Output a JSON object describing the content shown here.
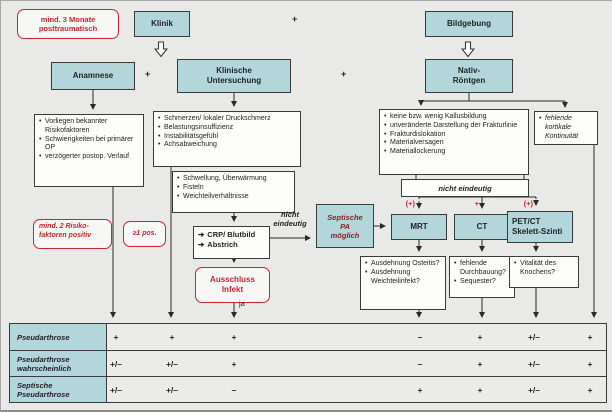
{
  "colors": {
    "node_blue": "#b2d6da",
    "alert_red": "#c5282f",
    "maroon_text": "#8e1f23",
    "text": "#232323",
    "page_background": "#e9e9e7"
  },
  "nodes": {
    "precondition": "mind. 3 Monate\nposttraumatisch",
    "klinik": "Klinik",
    "plus": "+",
    "bildgebung": "Bildgebung",
    "anamnese": "Anamnese",
    "klinische_untersuchung": "Klinische\nUntersuchung",
    "nativ_roentgen": "Nativ-\nRöntgen",
    "mrt": "MRT",
    "ct": "CT",
    "pet_ct": "PET/CT\nSkelett-Szinti",
    "septische_pa": "Septische\nPA\nmöglich"
  },
  "findings": {
    "anamnese": [
      "Vorliegen bekannter Risikofaktoren",
      "Schwierigkeiten bei primärer OP",
      "verzögerter postop. Verlauf"
    ],
    "klinische": [
      "Schmerzen/ lokaler Druckschmerz",
      "Belastungsinsuffizienz",
      "Instabilitätsgefühl",
      "Achsabweichung"
    ],
    "klinische_lokal": [
      "Schwellung, Überwärmung",
      "Fisteln",
      "Weichteilverhältnisse"
    ],
    "roentgen": [
      "keine bzw. wenig Kallusbildung",
      "unveränderte Darstellung der Frakturlinie",
      "Frakturdislokation",
      "Materialversagen",
      "Materiallockerung"
    ],
    "kortikal": [
      "fehlende kortikale Kontinuität"
    ]
  },
  "decisions": {
    "risikofaktoren": "mind. 2 Risiko-\nfaktoren positiv",
    "ein_positiv": "≥1 pos.",
    "labor_arrow_icon": "➔",
    "labor": [
      "CRP/ Blutbild",
      "Abstrich"
    ],
    "nicht_eindeutig_links": "nicht\neindeutig",
    "nicht_eindeutig_rechts": "nicht eindeutig",
    "ausschluss_infekt": "Ausschluss\nInfekt",
    "ja": "ja",
    "modality_signs": [
      "(+)",
      "+",
      "(+)"
    ]
  },
  "questions": {
    "mrt": [
      "Ausdehnung Osteitis?",
      "Ausdehnung Weichteilinfekt?"
    ],
    "ct": [
      "fehlende Durchbauung?",
      "Sequester?"
    ],
    "pet_ct": [
      "Vitalität des Knochens?"
    ]
  },
  "table": {
    "rows": [
      {
        "label": "Pseudarthrose",
        "values": [
          "+",
          "+",
          "+",
          "–",
          "+",
          "+/–",
          "+"
        ]
      },
      {
        "label": "Pseudarthrose\nwahrscheinlich",
        "values": [
          "+/–",
          "+/–",
          "+",
          "–",
          "+",
          "+/–",
          "+"
        ]
      },
      {
        "label": "Septische\nPseudarthrose",
        "values": [
          "+/–",
          "+/–",
          "–",
          "+",
          "+",
          "+/–",
          "+"
        ]
      }
    ]
  }
}
